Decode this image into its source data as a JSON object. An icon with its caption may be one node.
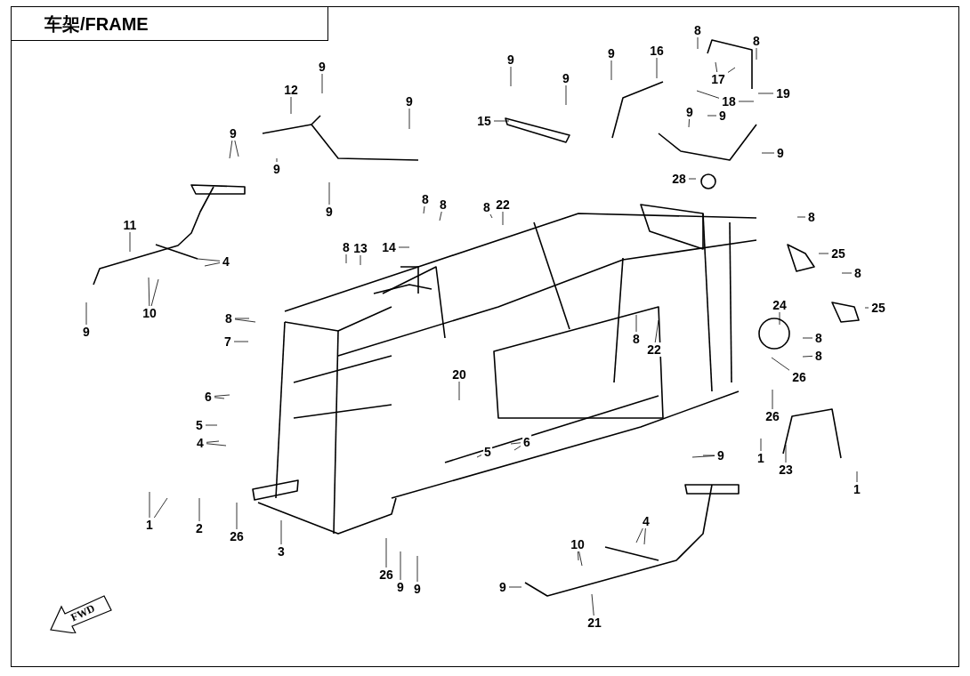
{
  "diagram": {
    "title": "车架/FRAME",
    "nodes": [
      {
        "text": [
          "9"
        ]
      },
      {
        "text": [
          "12"
        ]
      },
      {
        "text": [
          "9"
        ]
      },
      {
        "text": [
          "9"
        ]
      },
      {
        "text": [
          "9"
        ]
      },
      {
        "text": [
          "9"
        ]
      },
      {
        "text": [
          "11"
        ]
      },
      {
        "text": [
          "4"
        ]
      },
      {
        "text": [
          "10"
        ]
      },
      {
        "text": [
          "9"
        ]
      },
      {
        "text": [
          "8"
        ]
      },
      {
        "text": [
          "8"
        ]
      },
      {
        "text": [
          "14"
        ]
      },
      {
        "text": [
          "8"
        ]
      },
      {
        "text": [
          "13"
        ]
      },
      {
        "text": [
          "8"
        ]
      },
      {
        "text": [
          "7"
        ]
      },
      {
        "text": [
          "6"
        ]
      },
      {
        "text": [
          "5"
        ]
      },
      {
        "text": [
          "4"
        ]
      },
      {
        "text": [
          "1"
        ]
      },
      {
        "text": [
          "2"
        ]
      },
      {
        "text": [
          "26"
        ]
      },
      {
        "text": [
          "3"
        ]
      },
      {
        "text": [
          "26"
        ]
      },
      {
        "text": [
          "9"
        ]
      },
      {
        "text": [
          "9"
        ]
      },
      {
        "text": [
          "20"
        ]
      },
      {
        "text": [
          "5"
        ]
      },
      {
        "text": [
          "6"
        ]
      },
      {
        "text": [
          "8"
        ]
      },
      {
        "text": [
          "22"
        ]
      },
      {
        "text": [
          "15"
        ]
      },
      {
        "text": [
          "9"
        ]
      },
      {
        "text": [
          "9"
        ]
      },
      {
        "text": [
          "9"
        ]
      },
      {
        "text": [
          "16"
        ]
      },
      {
        "text": [
          "8"
        ]
      },
      {
        "text": [
          "8"
        ]
      },
      {
        "text": [
          "17"
        ]
      },
      {
        "text": [
          "19"
        ]
      },
      {
        "text": [
          "18"
        ]
      },
      {
        "text": [
          "9"
        ]
      },
      {
        "text": [
          "9"
        ]
      },
      {
        "text": [
          "9"
        ]
      },
      {
        "text": [
          "28"
        ]
      },
      {
        "text": [
          "8"
        ]
      },
      {
        "text": [
          "25"
        ]
      },
      {
        "text": [
          "8"
        ]
      },
      {
        "text": [
          "25"
        ]
      },
      {
        "text": [
          "24"
        ]
      },
      {
        "text": [
          "8"
        ]
      },
      {
        "text": [
          "8"
        ]
      },
      {
        "text": [
          "26"
        ]
      },
      {
        "text": [
          "8"
        ]
      },
      {
        "text": [
          "22"
        ]
      },
      {
        "text": [
          "26"
        ]
      },
      {
        "text": [
          "9"
        ]
      },
      {
        "text": [
          "1"
        ]
      },
      {
        "text": [
          "23"
        ]
      },
      {
        "text": [
          "1"
        ]
      },
      {
        "text": [
          "4"
        ]
      },
      {
        "text": [
          "10"
        ]
      },
      {
        "text": [
          "9"
        ]
      },
      {
        "text": [
          "21"
        ]
      },
      {
        "text": [
          "FWD"
        ]
      }
    ],
    "edges": [
      {
        "from": 0,
        "to": null,
        "arrow": "none"
      },
      {
        "from": 1,
        "to": null,
        "arrow": "none"
      },
      {
        "from": 2,
        "to": null,
        "arrow": "none"
      },
      {
        "from": 3,
        "to": null,
        "arrow": "none"
      },
      {
        "from": 3,
        "to": null,
        "arrow": "none"
      },
      {
        "from": 4,
        "to": null,
        "arrow": "none"
      },
      {
        "from": 5,
        "to": null,
        "arrow": "none"
      },
      {
        "from": 6,
        "to": null,
        "arrow": "none"
      },
      {
        "from": 7,
        "to": null,
        "arrow": "none"
      },
      {
        "from": 7,
        "to": null,
        "arrow": "none"
      },
      {
        "from": 8,
        "to": null,
        "arrow": "none"
      },
      {
        "from": 8,
        "to": null,
        "arrow": "none"
      },
      {
        "from": 9,
        "to": null,
        "arrow": "none"
      },
      {
        "from": 10,
        "to": null,
        "arrow": "none"
      },
      {
        "from": 11,
        "to": null,
        "arrow": "none"
      },
      {
        "from": 12,
        "to": null,
        "arrow": "none"
      },
      {
        "from": 13,
        "to": null,
        "arrow": "none"
      },
      {
        "from": 14,
        "to": null,
        "arrow": "none"
      },
      {
        "from": 15,
        "to": null,
        "arrow": "none"
      },
      {
        "from": 15,
        "to": null,
        "arrow": "none"
      },
      {
        "from": 16,
        "to": null,
        "arrow": "none"
      },
      {
        "from": 17,
        "to": null,
        "arrow": "none"
      },
      {
        "from": 17,
        "to": null,
        "arrow": "none"
      },
      {
        "from": 18,
        "to": null,
        "arrow": "none"
      },
      {
        "from": 19,
        "to": null,
        "arrow": "none"
      },
      {
        "from": 19,
        "to": null,
        "arrow": "none"
      },
      {
        "from": 20,
        "to": null,
        "arrow": "none"
      },
      {
        "from": 20,
        "to": null,
        "arrow": "none"
      },
      {
        "from": 21,
        "to": null,
        "arrow": "none"
      },
      {
        "from": 22,
        "to": null,
        "arrow": "none"
      },
      {
        "from": 23,
        "to": null,
        "arrow": "none"
      },
      {
        "from": 24,
        "to": null,
        "arrow": "none"
      },
      {
        "from": 25,
        "to": null,
        "arrow": "none"
      },
      {
        "from": 26,
        "to": null,
        "arrow": "none"
      },
      {
        "from": 27,
        "to": null,
        "arrow": "none"
      },
      {
        "from": 28,
        "to": null,
        "arrow": "none"
      },
      {
        "from": 29,
        "to": null,
        "arrow": "none"
      },
      {
        "from": 29,
        "to": null,
        "arrow": "none"
      },
      {
        "from": 30,
        "to": null,
        "arrow": "none"
      },
      {
        "from": 31,
        "to": null,
        "arrow": "none"
      },
      {
        "from": 32,
        "to": null,
        "arrow": "none"
      },
      {
        "from": 33,
        "to": null,
        "arrow": "none"
      },
      {
        "from": 34,
        "to": null,
        "arrow": "none"
      },
      {
        "from": 35,
        "to": null,
        "arrow": "none"
      },
      {
        "from": 36,
        "to": null,
        "arrow": "none"
      },
      {
        "from": 37,
        "to": null,
        "arrow": "none"
      },
      {
        "from": 38,
        "to": null,
        "arrow": "none"
      },
      {
        "from": 39,
        "to": null,
        "arrow": "none"
      },
      {
        "from": 39,
        "to": null,
        "arrow": "none"
      },
      {
        "from": 40,
        "to": null,
        "arrow": "none"
      },
      {
        "from": 41,
        "to": null,
        "arrow": "none"
      },
      {
        "from": 41,
        "to": null,
        "arrow": "none"
      },
      {
        "from": 42,
        "to": null,
        "arrow": "none"
      },
      {
        "from": 43,
        "to": null,
        "arrow": "none"
      },
      {
        "from": 44,
        "to": null,
        "arrow": "none"
      },
      {
        "from": 45,
        "to": null,
        "arrow": "none"
      },
      {
        "from": 46,
        "to": null,
        "arrow": "none"
      },
      {
        "from": 47,
        "to": null,
        "arrow": "none"
      },
      {
        "from": 48,
        "to": null,
        "arrow": "none"
      },
      {
        "from": 49,
        "to": null,
        "arrow": "none"
      },
      {
        "from": 50,
        "to": null,
        "arrow": "none"
      },
      {
        "from": 51,
        "to": null,
        "arrow": "none"
      },
      {
        "from": 52,
        "to": null,
        "arrow": "none"
      },
      {
        "from": 53,
        "to": null,
        "arrow": "none"
      },
      {
        "from": 54,
        "to": null,
        "arrow": "none"
      },
      {
        "from": 55,
        "to": null,
        "arrow": "none"
      },
      {
        "from": 56,
        "to": null,
        "arrow": "none"
      },
      {
        "from": 57,
        "to": null,
        "arrow": "none"
      },
      {
        "from": 57,
        "to": null,
        "arrow": "none"
      },
      {
        "from": 58,
        "to": null,
        "arrow": "none"
      },
      {
        "from": 59,
        "to": null,
        "arrow": "none"
      },
      {
        "from": 60,
        "to": null,
        "arrow": "none"
      },
      {
        "from": 61,
        "to": null,
        "arrow": "none"
      },
      {
        "from": 61,
        "to": null,
        "arrow": "none"
      },
      {
        "from": 62,
        "to": null,
        "arrow": "none"
      },
      {
        "from": 62,
        "to": null,
        "arrow": "none"
      },
      {
        "from": 63,
        "to": null,
        "arrow": "none"
      },
      {
        "from": 64,
        "to": null,
        "arrow": "none"
      }
    ]
  }
}
